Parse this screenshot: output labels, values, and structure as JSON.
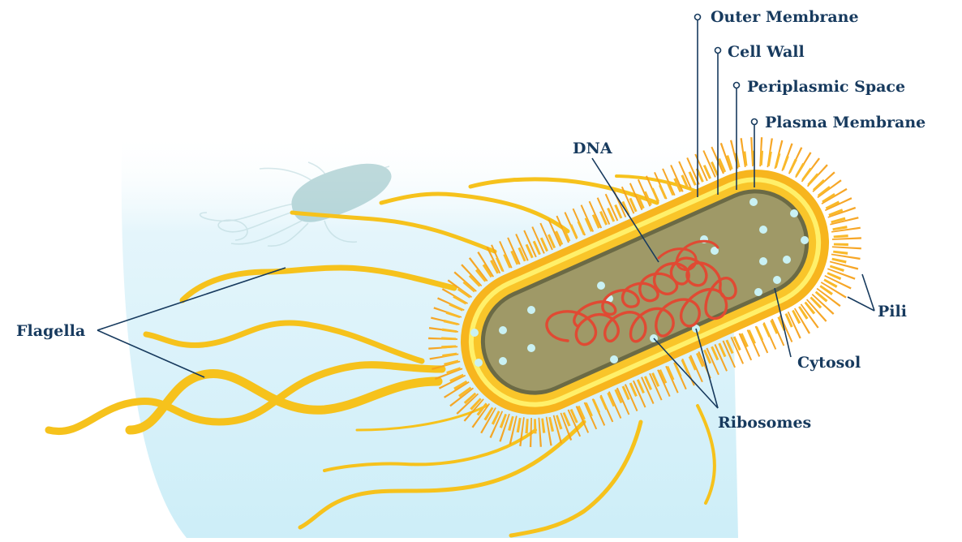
{
  "labels": {
    "outer_membrane": "Outer Membrane",
    "cell_wall": "Cell Wall",
    "periplasmic_space": "Periplasmic Space",
    "plasma_membrane": "Plasma Membrane",
    "dna": "DNA",
    "flagella": "Flagella",
    "pili": "Pili",
    "cytosol": "Cytosol",
    "ribosomes": "Ribosomes"
  },
  "colors": {
    "background_water": "#dff3fa",
    "flagella": "#f6c21c",
    "pili": "#f5a11b",
    "outer_membrane": "#f7b51e",
    "cell_wall": "#fff06a",
    "periplasmic_space": "#f9c52a",
    "plasma_membrane": "#6b6a45",
    "cytosol": "#9f9967",
    "dna": "#e04a33",
    "ribosomes": "#c9f1f4",
    "label_text": "#173a5e",
    "leader_lines": "#173a5e",
    "background_bacterium": "#8bbcbf"
  }
}
